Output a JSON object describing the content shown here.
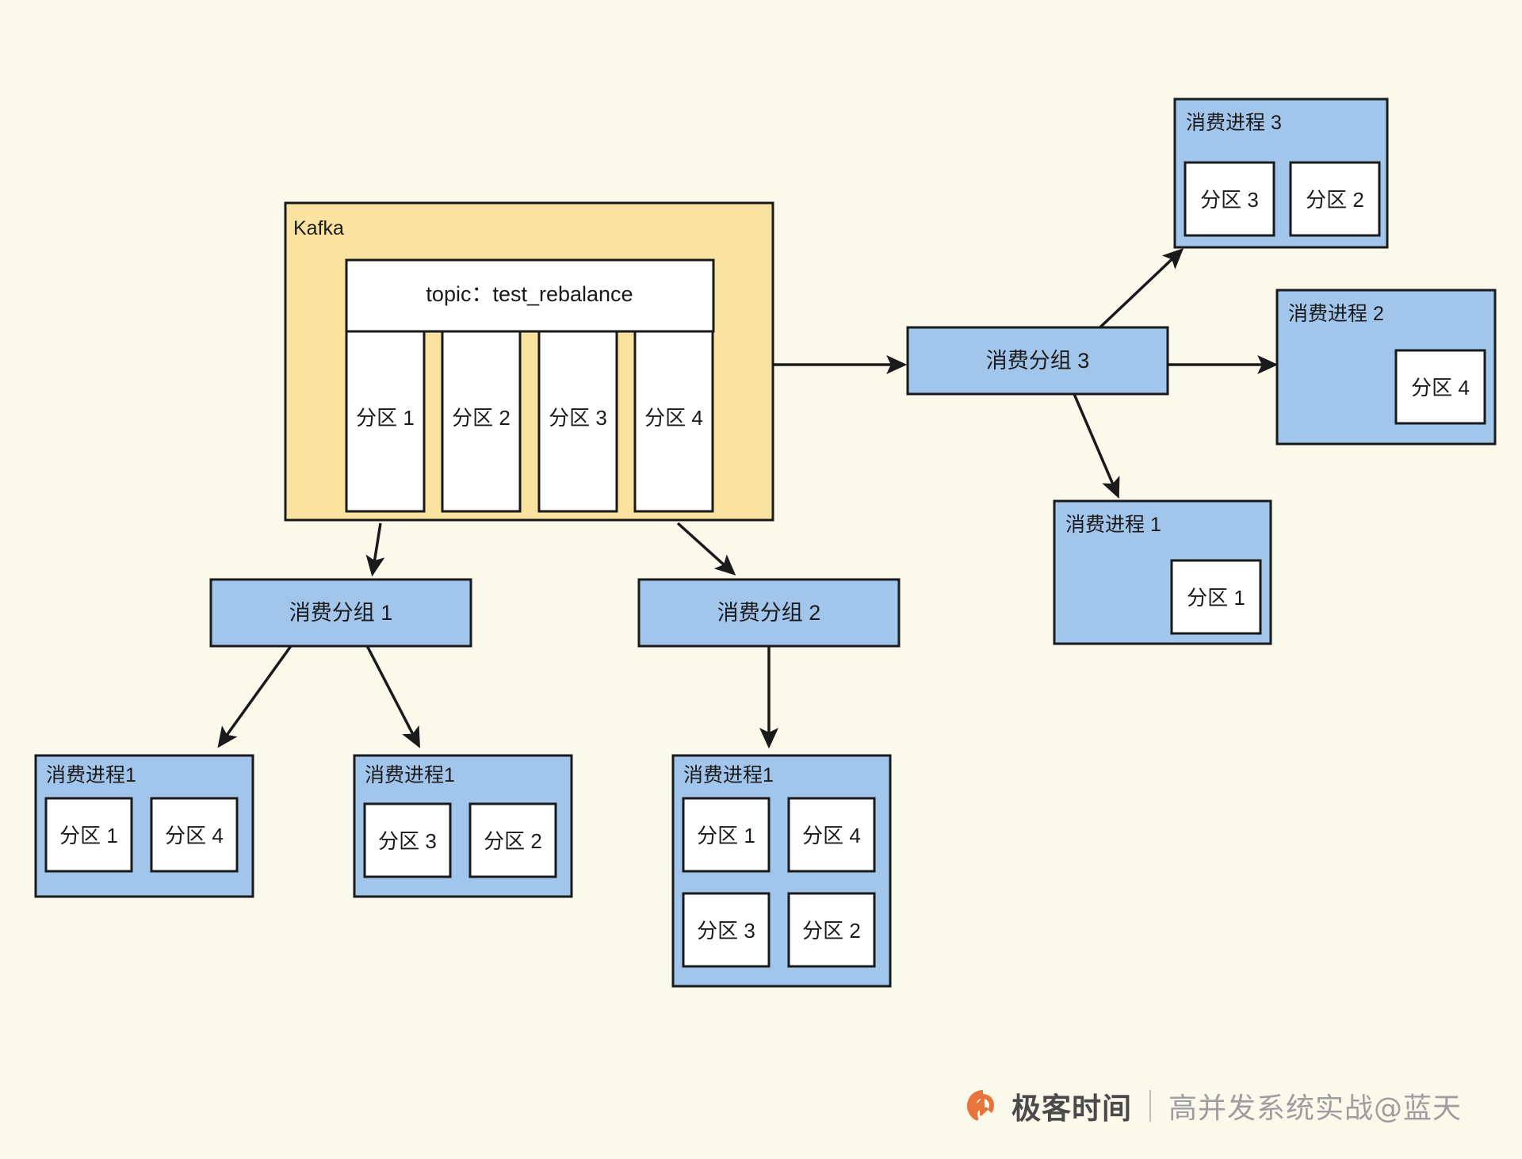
{
  "background_color": "#fbf8ec",
  "palette": {
    "kafka_fill": "#fae3a0",
    "consumer_fill": "#a2c5ec",
    "partition_fill": "#ffffff",
    "stroke": "#1a1a1a",
    "watermark_brand": "#4a4a4a",
    "watermark_sub": "#9e9e9e",
    "watermark_logo": "#e8743b"
  },
  "kafka": {
    "label": "Kafka",
    "topic_label": "topic：test_rebalance",
    "partitions": [
      {
        "label": "分区 1"
      },
      {
        "label": "分区 2"
      },
      {
        "label": "分区 3"
      },
      {
        "label": "分区 4"
      }
    ]
  },
  "groups": [
    {
      "id": "group1",
      "label": "消费分组 1"
    },
    {
      "id": "group2",
      "label": "消费分组 2"
    },
    {
      "id": "group3",
      "label": "消费分组 3"
    }
  ],
  "processes": [
    {
      "id": "g1-p1",
      "label": "消费进程1",
      "group": "消费分组 1",
      "partitions": [
        "分区 1",
        "分区 4"
      ]
    },
    {
      "id": "g1-p2",
      "label": "消费进程1",
      "group": "消费分组 1",
      "partitions": [
        "分区 3",
        "分区 2"
      ]
    },
    {
      "id": "g2-p1",
      "label": "消费进程1",
      "group": "消费分组 2",
      "partitions": [
        "分区 1",
        "分区 4",
        "分区 3",
        "分区 2"
      ]
    },
    {
      "id": "g3-p3",
      "label": "消费进程 3",
      "group": "消费分组 3",
      "partitions": [
        "分区 3",
        "分区 2"
      ]
    },
    {
      "id": "g3-p2",
      "label": "消费进程 2",
      "group": "消费分组 3",
      "partitions": [
        "分区 4"
      ]
    },
    {
      "id": "g3-p1",
      "label": "消费进程 1",
      "group": "消费分组 3",
      "partitions": [
        "分区 1"
      ]
    }
  ],
  "edges": [
    {
      "from": "Kafka",
      "to": "消费分组 1"
    },
    {
      "from": "Kafka",
      "to": "消费分组 2"
    },
    {
      "from": "Kafka",
      "to": "消费分组 3"
    },
    {
      "from": "消费分组 1",
      "to": "消费进程1 (分区 1, 分区 4)"
    },
    {
      "from": "消费分组 1",
      "to": "消费进程1 (分区 3, 分区 2)"
    },
    {
      "from": "消费分组 2",
      "to": "消费进程1 (分区 1, 分区 4, 分区 3, 分区 2)"
    },
    {
      "from": "消费分组 3",
      "to": "消费进程 3"
    },
    {
      "from": "消费分组 3",
      "to": "消费进程 2"
    },
    {
      "from": "消费分组 3",
      "to": "消费进程 1"
    }
  ],
  "watermark": {
    "brand": "极客时间",
    "subtitle": "高并发系统实战@蓝天"
  }
}
